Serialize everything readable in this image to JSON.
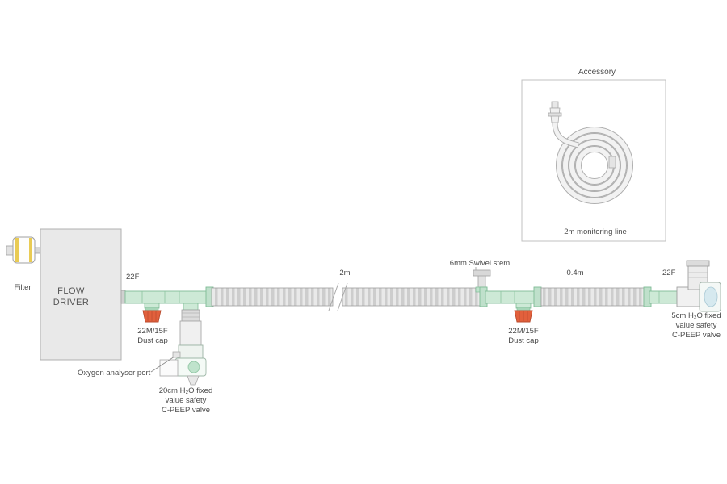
{
  "accessory": {
    "title": "Accessory",
    "caption": "2m monitoring line"
  },
  "labels": {
    "filter": "Filter",
    "flow_driver": [
      "FLOW",
      "DRIVER"
    ],
    "port_22f_left": "22F",
    "dust_cap_left": [
      "22M/15F",
      "Dust cap"
    ],
    "oxygen_port": "Oxygen analyser port",
    "peep20": [
      "20cm H₂O fixed",
      "value safety",
      "C-PEEP valve"
    ],
    "tube_len_main": "2m",
    "swivel_stem": "6mm Swivel stem",
    "dust_cap_right": [
      "22M/15F",
      "Dust cap"
    ],
    "tube_len_short": "0.4m",
    "port_22f_right": "22F",
    "peep5": [
      "5cm H₂O fixed",
      "value safety",
      "C-PEEP valve"
    ]
  },
  "colors": {
    "connector_green": "#cde9d6",
    "connector_green_edge": "#7fbc96",
    "dust_cap_red": "#e2603c",
    "tube_gray": "#d9d9d9",
    "box_gray": "#e9e9e9",
    "filter_yellow": "#e9cb54",
    "text": "#4a4a4a"
  }
}
